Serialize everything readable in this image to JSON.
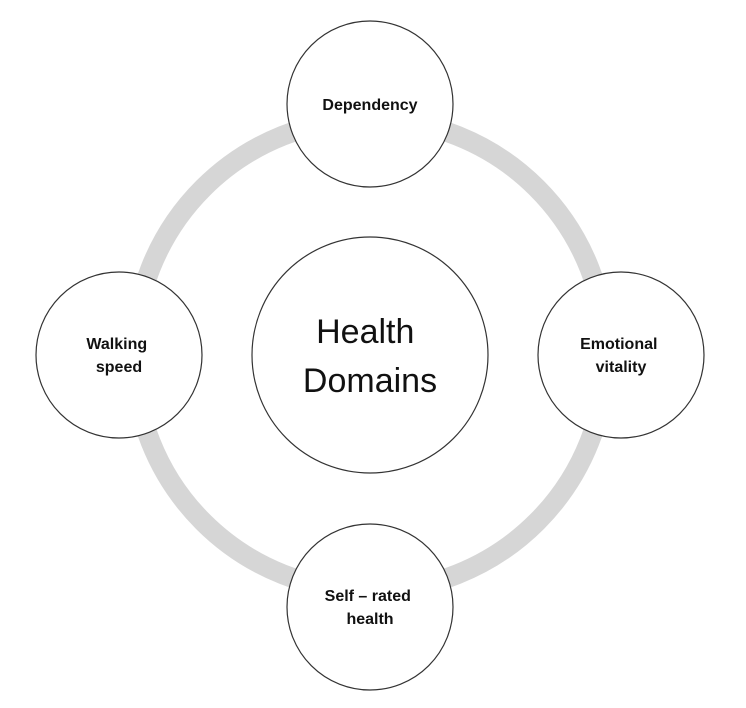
{
  "center": {
    "line1": "Health",
    "line2": "Domains"
  },
  "nodes": {
    "top": {
      "line1": "Dependency"
    },
    "right": {
      "line1": "Emotional",
      "line2": "vitality"
    },
    "bottom": {
      "line1": "Self – rated",
      "line2": "health"
    },
    "left": {
      "line1": "Walking",
      "line2": "speed"
    }
  },
  "colors": {
    "ring": "#d6d6d6",
    "circle_stroke": "#333333",
    "text": "#111111"
  }
}
